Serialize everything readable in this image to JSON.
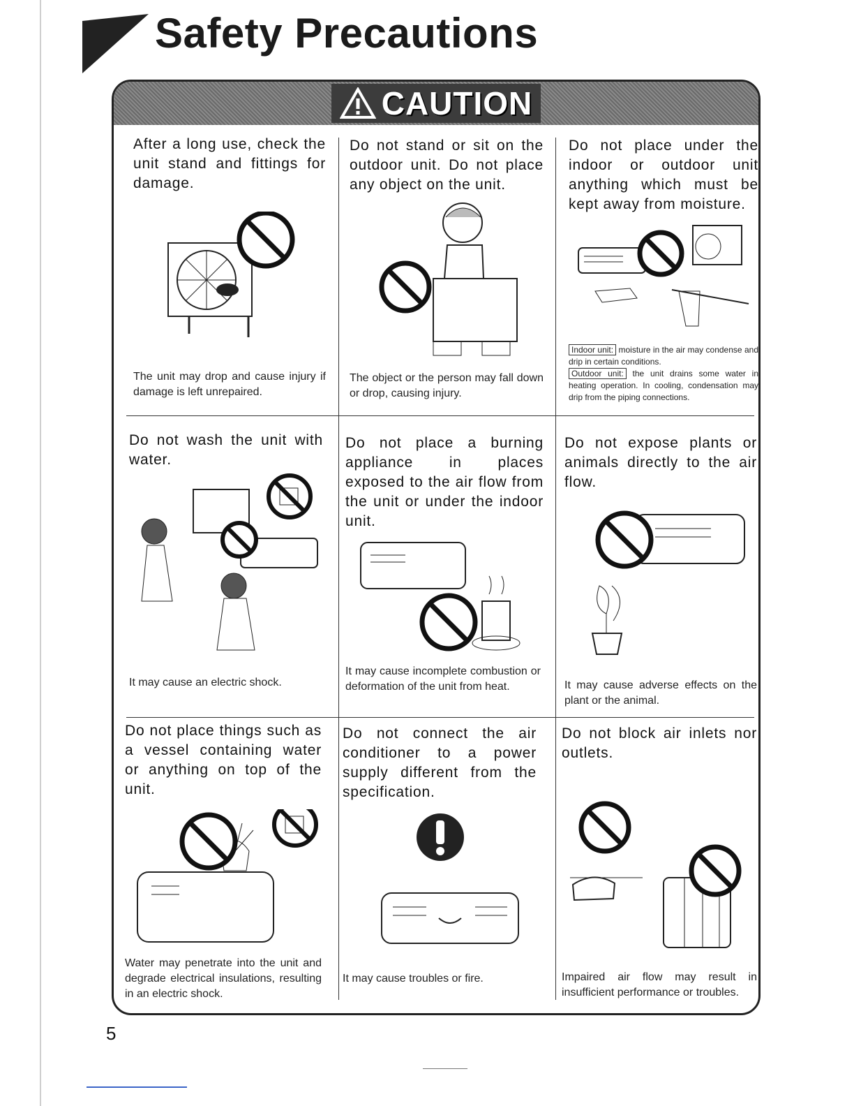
{
  "page": {
    "title": "Safety Precautions",
    "caution_label": "CAUTION",
    "page_number": "5"
  },
  "cells": [
    {
      "title": "After a long use, check the unit stand and fittings for damage.",
      "note": "The unit may drop and cause injury if damage is left unrepaired."
    },
    {
      "title": "Do not stand or sit on the outdoor unit. Do not place any object on the unit.",
      "note": "The object or the person may fall down or drop, causing injury."
    },
    {
      "title": "Do not place under the indoor or outdoor unit anything which must be kept away from moisture.",
      "indoor_label": "Indoor unit:",
      "indoor_note": "moisture in the air may condense and drip in certain conditions.",
      "outdoor_label": "Outdoor unit:",
      "outdoor_note": "the unit drains some water in heating operation. In cooling, condensation may drip from the piping connections."
    },
    {
      "title": "Do not wash the unit with water.",
      "note": "It may cause an electric shock."
    },
    {
      "title": "Do not place a burning appliance in places exposed to the air flow from the unit or under the indoor unit.",
      "note": "It may cause incomplete combustion or deformation of the unit from heat."
    },
    {
      "title": "Do not expose plants or animals directly to the air flow.",
      "note": "It may cause adverse effects on the plant or the animal."
    },
    {
      "title": "Do not place things such as a vessel containing water or anything on top of the unit.",
      "note": "Water may penetrate into the unit and degrade electrical insulations, resulting in an electric shock."
    },
    {
      "title": "Do not connect the air conditioner to a power supply different from the specification.",
      "note": "It may cause troubles or fire."
    },
    {
      "title": "Do not block air inlets nor outlets.",
      "note": "Impaired air flow may result in insufficient performance or troubles."
    }
  ],
  "icons": {
    "prohibited": "prohibition-icon",
    "no_water": "no-water-icon",
    "mandatory": "exclamation-icon",
    "warning": "warning-triangle-icon"
  }
}
